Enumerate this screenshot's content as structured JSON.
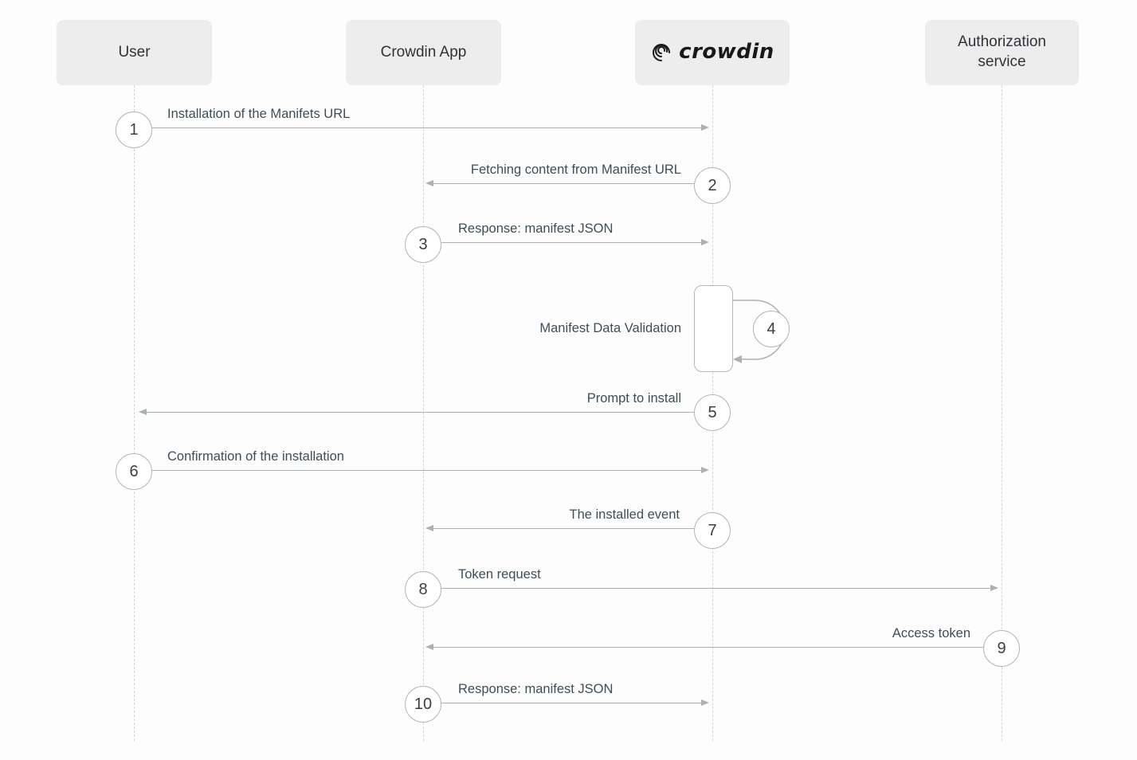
{
  "actors": [
    {
      "label": "User"
    },
    {
      "label": "Crowdin App"
    },
    {
      "label": "crowdin"
    },
    {
      "label": "Authorization service"
    }
  ],
  "steps": [
    {
      "num": "1",
      "label": "Installation of the Manifets URL"
    },
    {
      "num": "2",
      "label": "Fetching content from Manifest URL"
    },
    {
      "num": "3",
      "label": "Response: manifest JSON"
    },
    {
      "num": "4",
      "label": "Manifest Data Validation"
    },
    {
      "num": "5",
      "label": "Prompt to install"
    },
    {
      "num": "6",
      "label": "Confirmation of the installation"
    },
    {
      "num": "7",
      "label": "The installed event"
    },
    {
      "num": "8",
      "label": "Token request"
    },
    {
      "num": "9",
      "label": "Access token"
    },
    {
      "num": "10",
      "label": "Response: manifest JSON"
    }
  ],
  "colors": {
    "actor_box_bg": "#ededee",
    "line_gray": "#a8b1b5",
    "label_text": "#3e4e57",
    "logo_black": "#17191b"
  }
}
